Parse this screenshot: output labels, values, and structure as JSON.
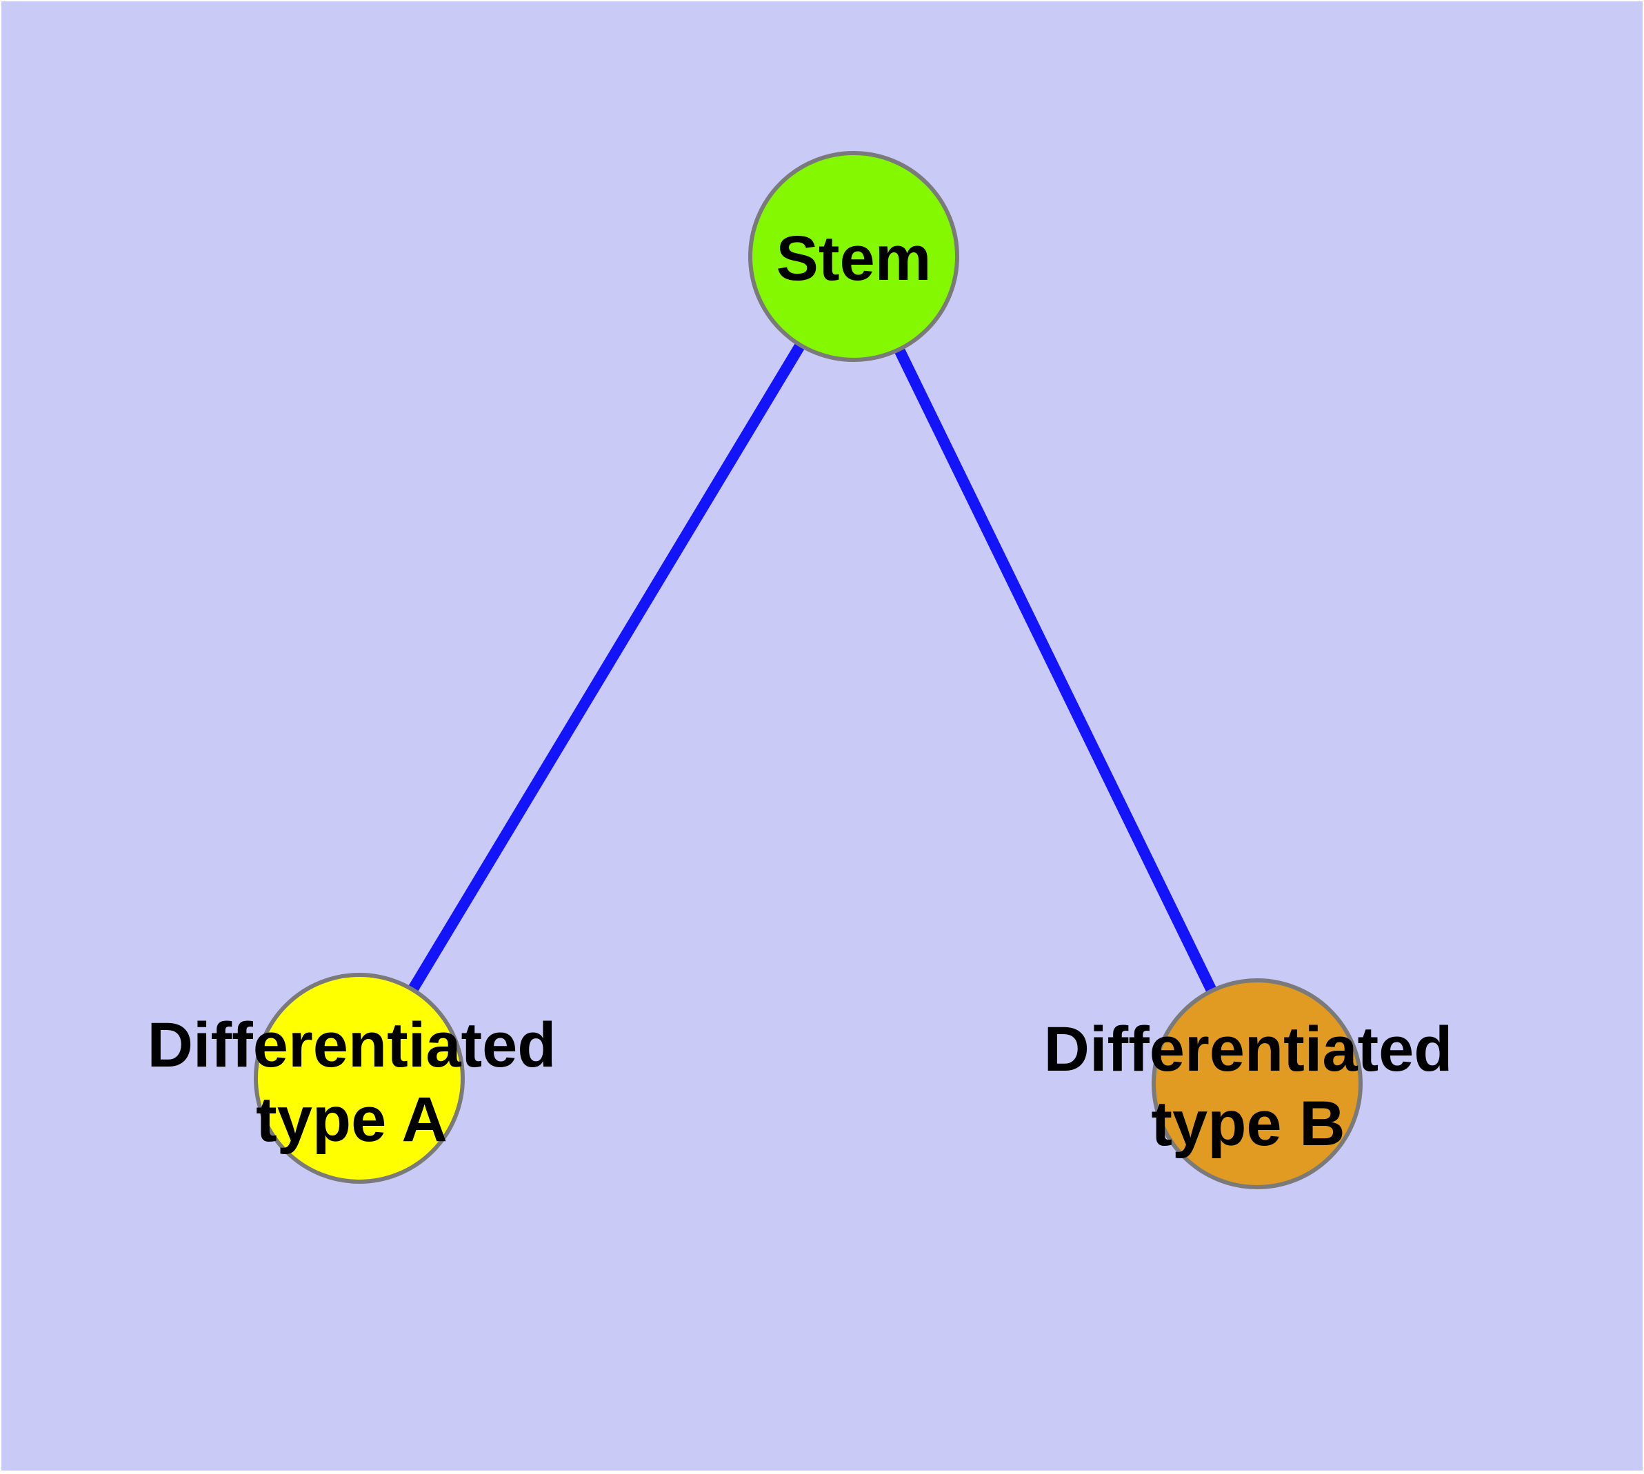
{
  "figure": {
    "background_color": "#CACAF7",
    "page_margin_color": "#FFFFFF",
    "text_color": "#000000",
    "node_border_color": "#7A7A7A",
    "edge_color": "#1414FA"
  },
  "nodes": {
    "stem": {
      "label": "Stem",
      "fill_color": "#84F800"
    },
    "type_a": {
      "label_line1": "Differentiated",
      "label_line2": "type A",
      "fill_color": "#FFFF00"
    },
    "type_b": {
      "label_line1": "Differentiated",
      "label_line2": "type B",
      "fill_color": "#E19A22"
    }
  },
  "edges": [
    {
      "from": "Stem",
      "to": "Differentiated type A"
    },
    {
      "from": "Stem",
      "to": "Differentiated type B"
    }
  ]
}
